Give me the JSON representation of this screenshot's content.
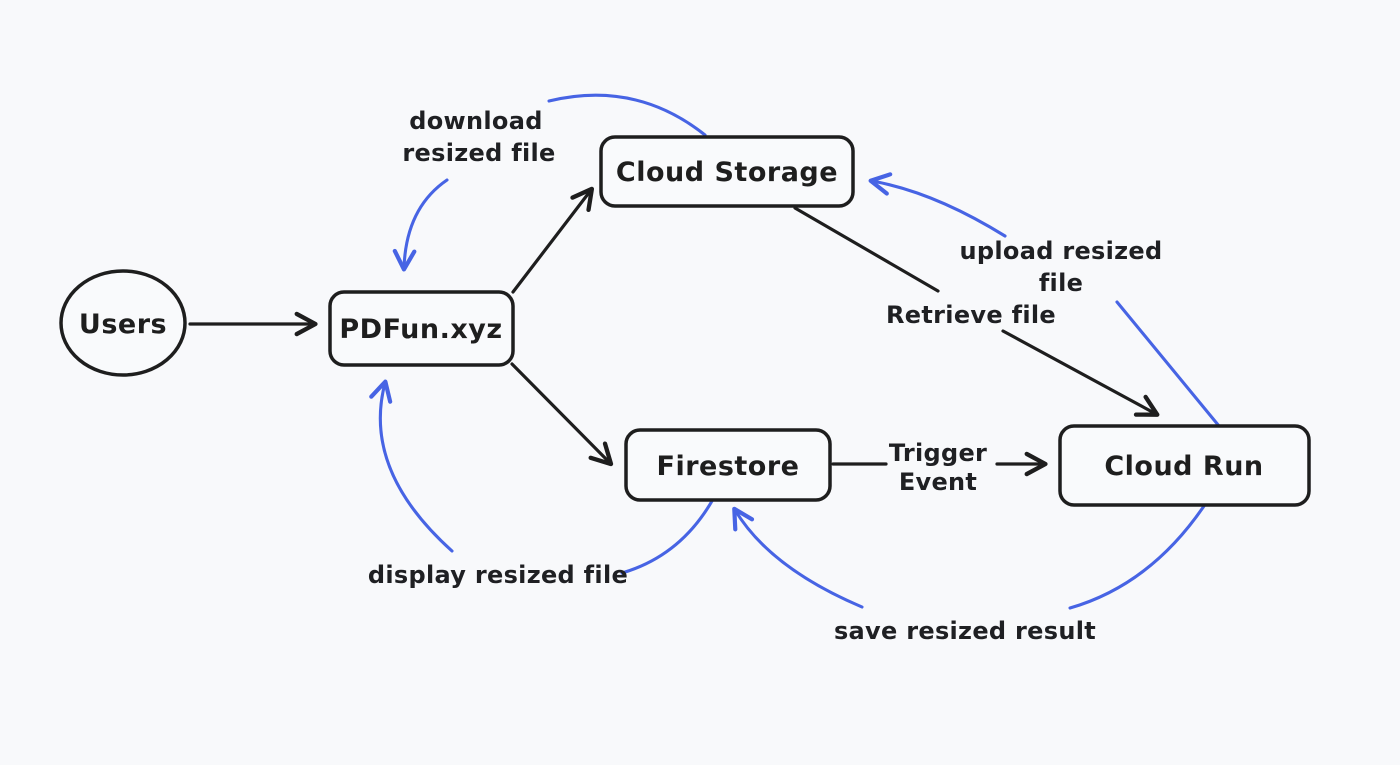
{
  "diagram": {
    "type": "architecture-flow",
    "background_color": "#f8f9fb",
    "stroke_color_black": "#1e1e1e",
    "stroke_color_blue": "#4764e4",
    "nodes": [
      {
        "id": "users",
        "label": "Users",
        "shape": "ellipse"
      },
      {
        "id": "pdfun",
        "label": "PDFun.xyz",
        "shape": "rounded-rect"
      },
      {
        "id": "cloud_storage",
        "label": "Cloud Storage",
        "shape": "rounded-rect"
      },
      {
        "id": "firestore",
        "label": "Firestore",
        "shape": "rounded-rect"
      },
      {
        "id": "cloud_run",
        "label": "Cloud Run",
        "shape": "rounded-rect"
      }
    ],
    "edges": [
      {
        "from": "Users",
        "to": "PDFun.xyz",
        "label": "",
        "color": "black"
      },
      {
        "from": "PDFun.xyz",
        "to": "Cloud Storage",
        "label": "",
        "color": "black"
      },
      {
        "from": "PDFun.xyz",
        "to": "Firestore",
        "label": "",
        "color": "black"
      },
      {
        "from": "Cloud Storage",
        "to": "Cloud Run",
        "label": "Retrieve file",
        "color": "black"
      },
      {
        "from": "Firestore",
        "to": "Cloud Run",
        "label": "Trigger Event",
        "color": "black"
      },
      {
        "from": "Cloud Storage",
        "to": "PDFun.xyz",
        "label": "download resized file",
        "color": "blue"
      },
      {
        "from": "Cloud Run",
        "to": "Cloud Storage",
        "label": "upload resized file",
        "color": "blue"
      },
      {
        "from": "Firestore",
        "to": "PDFun.xyz",
        "label": "display resized file",
        "color": "blue"
      },
      {
        "from": "Cloud Run",
        "to": "Firestore",
        "label": "save resized result",
        "color": "blue"
      }
    ],
    "labels": {
      "users": "Users",
      "pdfun": "PDFun.xyz",
      "cloud_storage": "Cloud Storage",
      "firestore": "Firestore",
      "cloud_run": "Cloud Run",
      "download_line1": "download",
      "download_line2": "resized file",
      "upload_line1": "upload resized",
      "upload_line2": "file",
      "retrieve": "Retrieve file",
      "trigger_line1": "Trigger",
      "trigger_line2": "Event",
      "display": "display resized file",
      "save": "save resized result"
    }
  }
}
